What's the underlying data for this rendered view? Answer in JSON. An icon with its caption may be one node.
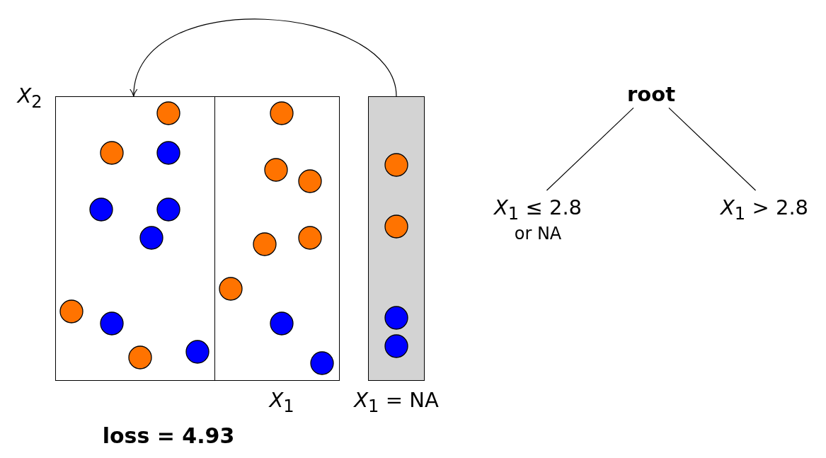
{
  "diagram": {
    "nodes": [
      {
        "text": [],
        "shape": "box"
      },
      {
        "text": [],
        "shape": "box"
      },
      {
        "text": [],
        "shape": "bar"
      },
      {
        "text": [
          "root"
        ]
      },
      {
        "text": [
          "*X*$_{1}$ ≤ 2.8",
          "or NA"
        ]
      },
      {
        "text": [
          "*X*$_{1}$ > 2.8"
        ]
      }
    ],
    "edges": [
      {
        "from": 2,
        "to": 0,
        "arrow": "to"
      },
      {
        "from": 3,
        "to": 4,
        "arrow": "none"
      },
      {
        "from": 3,
        "to": 5,
        "arrow": "none"
      }
    ],
    "labels": [
      "*X*$_{2}$",
      "*X*$_{1}$",
      "*X*$_{1}$ = NA",
      "loss = 4.93"
    ]
  }
}
